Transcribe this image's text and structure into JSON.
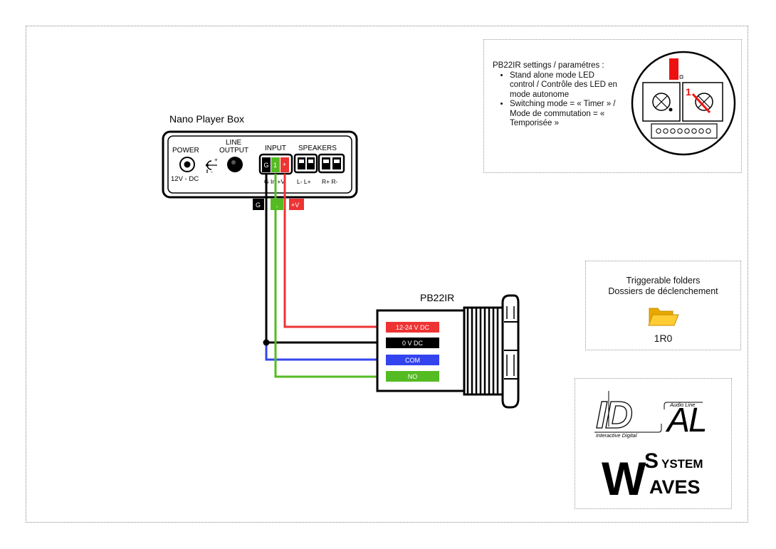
{
  "player": {
    "title": "Nano Player Box",
    "power_label": "POWER",
    "power_spec": "12V - DC",
    "power_symbol": "+",
    "line_label_1": "LINE",
    "line_label_2": "OUTPUT",
    "input_label": "INPUT",
    "speakers_label": "SPEAKERS",
    "input_terminals": [
      "G",
      "1",
      "+"
    ],
    "input_sub_labels": "G  In  +V",
    "speaker_sub_left": "L-  L+",
    "speaker_sub_right": "R+ R-",
    "wire_tags": [
      "G",
      "1",
      "+V"
    ]
  },
  "pb22ir": {
    "title": "PB22IR",
    "terminals": [
      {
        "label": "12-24 V DC",
        "color": "#ee3333"
      },
      {
        "label": "0 V DC",
        "color": "#000000"
      },
      {
        "label": "COM",
        "color": "#3344ee"
      },
      {
        "label": "NO",
        "color": "#55bb22"
      }
    ]
  },
  "settings": {
    "heading": "PB22IR settings / paramétres :",
    "items": [
      "Stand alone mode LED control / Contrôle des LED en mode autonome",
      "Switching mode = « Timer » / Mode de commutation = « Temporisée »"
    ],
    "dial_number": "1"
  },
  "folders": {
    "heading_1": "Triggerable folders",
    "heading_2": "Dossiers de déclenchement",
    "folder_icon": "folder-icon",
    "folder_name": "1R0"
  },
  "logos": {
    "idal_text": "ID AL",
    "idal_tag_top": "Audio Line",
    "idal_tag_bottom": "Interactive Digital",
    "ws_big_w": "W",
    "ws_big_s": "S",
    "ws_ystem": "YSTEM",
    "ws_aves": "AVES"
  },
  "colors": {
    "red": "#ee3333",
    "black": "#000000",
    "blue": "#3344ee",
    "green": "#55bb22",
    "folder": "#f5b800"
  }
}
